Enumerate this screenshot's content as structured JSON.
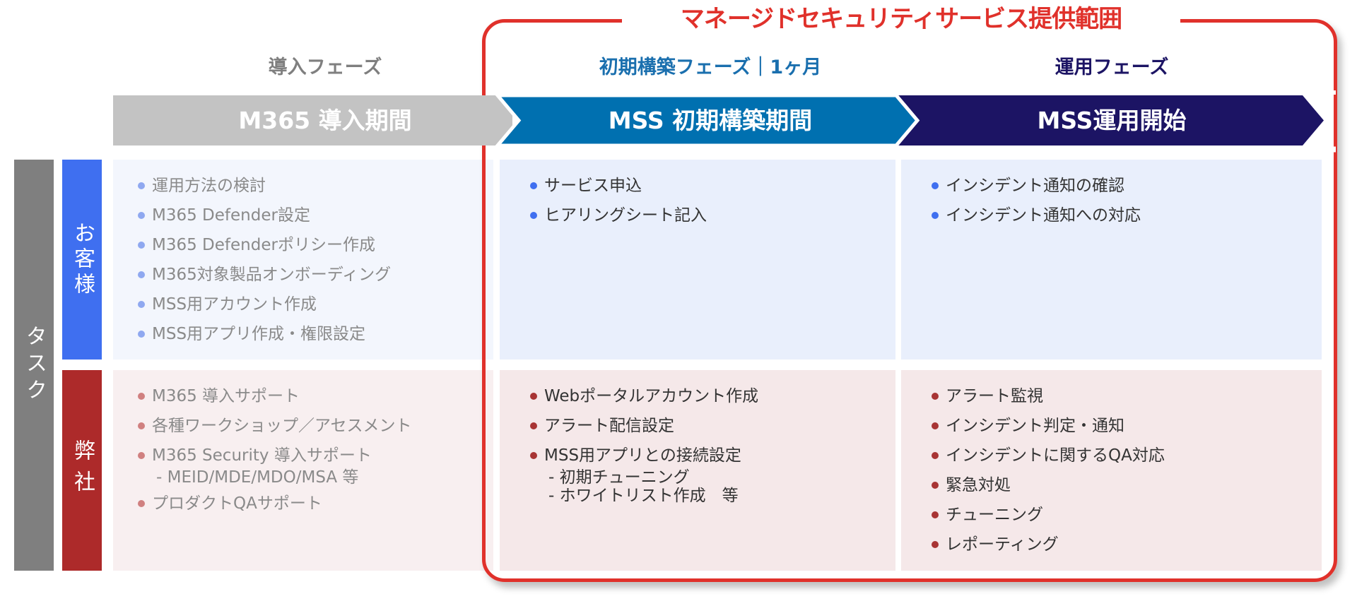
{
  "scope_title": "マネージドセキュリティサービス提供範囲",
  "phases": [
    {
      "label": "導入フェーズ",
      "band": "M365 導入期間"
    },
    {
      "label": "初期構築フェーズ｜1ヶ月",
      "band": "MSS 初期構築期間"
    },
    {
      "label": "運用フェーズ",
      "band": "MSS運用開始"
    }
  ],
  "side": {
    "task": "タスク",
    "customer": "お客様",
    "company": "弊社"
  },
  "rows": {
    "customer": [
      {
        "items": [
          {
            "text": "運用方法の検討"
          },
          {
            "text": "M365 Defender設定"
          },
          {
            "text": "M365 Defenderポリシー作成"
          },
          {
            "text": "M365対象製品オンボーディング"
          },
          {
            "text": "MSS用アカウント作成"
          },
          {
            "text": "MSS用アプリ作成・権限設定"
          }
        ]
      },
      {
        "items": [
          {
            "text": "サービス申込"
          },
          {
            "text": "ヒアリングシート記入"
          }
        ]
      },
      {
        "items": [
          {
            "text": "インシデント通知の確認"
          },
          {
            "text": "インシデント通知への対応"
          }
        ]
      }
    ],
    "company": [
      {
        "items": [
          {
            "text": "M365 導入サポート"
          },
          {
            "text": "各種ワークショップ／アセスメント"
          },
          {
            "text": "M365 Security 導入サポート",
            "subs": [
              "- MEID/MDE/MDO/MSA 等"
            ]
          },
          {
            "text": "プロダクトQAサポート"
          }
        ]
      },
      {
        "items": [
          {
            "text": "Webポータルアカウント作成"
          },
          {
            "text": "アラート配信設定"
          },
          {
            "text": "MSS用アプリとの接続設定",
            "subs": [
              "- 初期チューニング",
              "- ホワイトリスト作成　等"
            ]
          }
        ]
      },
      {
        "items": [
          {
            "text": "アラート監視"
          },
          {
            "text": "インシデント判定・通知"
          },
          {
            "text": "インシデントに関するQA対応"
          },
          {
            "text": "緊急対処"
          },
          {
            "text": "チューニング"
          },
          {
            "text": "レポーティング"
          }
        ]
      }
    ]
  },
  "colors": {
    "scope_red": "#e0312b",
    "band_gray": "#c3c3c3",
    "band_blue": "#0070b0",
    "band_navy": "#1c1464",
    "customer_blue": "#3f6ff0",
    "company_red": "#ad2a2a"
  }
}
